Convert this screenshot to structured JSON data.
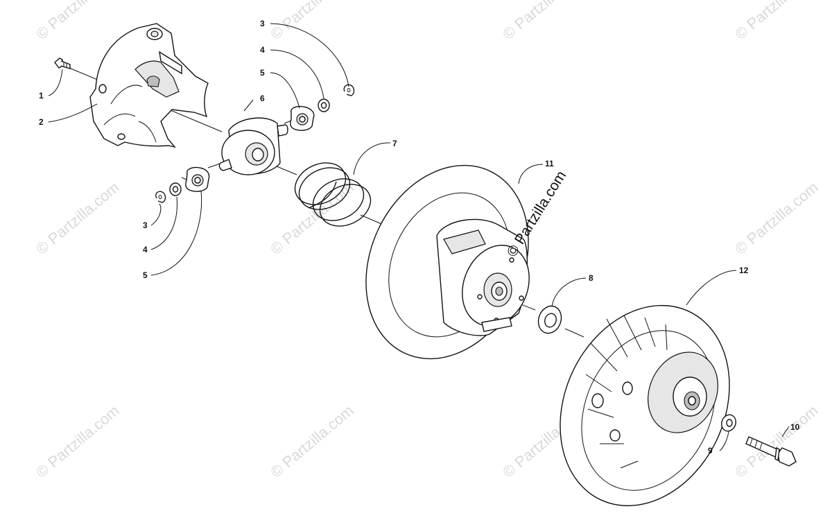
{
  "watermark": {
    "text": "© Partzilla.com"
  },
  "stamp": {
    "text": "© Partzilla.com"
  },
  "callouts": {
    "c1": "1",
    "c2": "2",
    "c3a": "3",
    "c4a": "4",
    "c5a": "5",
    "c6": "6",
    "c7": "7",
    "c3b": "3",
    "c4b": "4",
    "c5b": "5",
    "c8": "8",
    "c9": "9",
    "c10": "10",
    "c11": "11",
    "c12": "12"
  }
}
